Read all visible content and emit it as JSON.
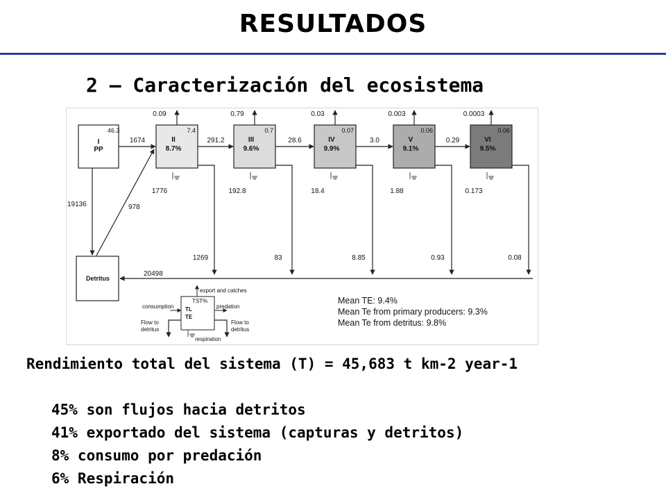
{
  "title": "RESULTADOS",
  "subtitle": "2 – Caracterización del ecosistema",
  "diagram": {
    "pp": {
      "label": "I",
      "sub": "PP",
      "value": "46.3"
    },
    "levels": [
      {
        "label": "II",
        "pct": "8.7%",
        "export": "0.09",
        "top_right": "7.4",
        "respiration": "1776",
        "detritus": "1269",
        "fill": "#e8e8e8"
      },
      {
        "label": "III",
        "pct": "9.6%",
        "export": "0.79",
        "top_right": "0.7",
        "respiration": "192.8",
        "detritus": "83",
        "fill": "#dcdcdc"
      },
      {
        "label": "IV",
        "pct": "9.9%",
        "export": "0.03",
        "top_right": "0.07",
        "respiration": "18.4",
        "detritus": "8.85",
        "fill": "#c8c8c8"
      },
      {
        "label": "V",
        "pct": "9.1%",
        "export": "0.003",
        "top_right": "0.06",
        "respiration": "1.88",
        "detritus": "0.93",
        "fill": "#acacac"
      },
      {
        "label": "VI",
        "pct": "9.5%",
        "export": "0.0003",
        "top_right": "0.06",
        "respiration": "0.173",
        "detritus": "0.08",
        "fill": "#7c7c7c"
      }
    ],
    "flows": [
      "1674",
      "291.2",
      "28.6",
      "3.0",
      "0.29"
    ],
    "pp_to_detritus": "19136",
    "detritus_to_II": "978",
    "detritus_total": "20498",
    "detritus_label": "Detritus",
    "legend": {
      "export": "export and catches",
      "tst": "TST%",
      "tl": "TL",
      "te": "TE",
      "consumption": "consumption",
      "predation": "predation",
      "flow_to_detritus_1": "Flow to",
      "flow_to_detritus_2": "detritus",
      "respiration": "respiration"
    },
    "stats": [
      "Mean TE: 9.4%",
      "Mean Te from primary producers: 9.3%",
      "Mean Te from detritus:  9.8%"
    ]
  },
  "summary": "Rendimiento total del sistema (T) = 45,683 t km-2 year-1",
  "bullets": [
    "45% son flujos hacia detritos",
    "41% exportado del sistema (capturas y detritos)",
    "8% consumo por predación",
    "6% Respiración"
  ],
  "colors": {
    "rule": "#2b3f9e"
  }
}
